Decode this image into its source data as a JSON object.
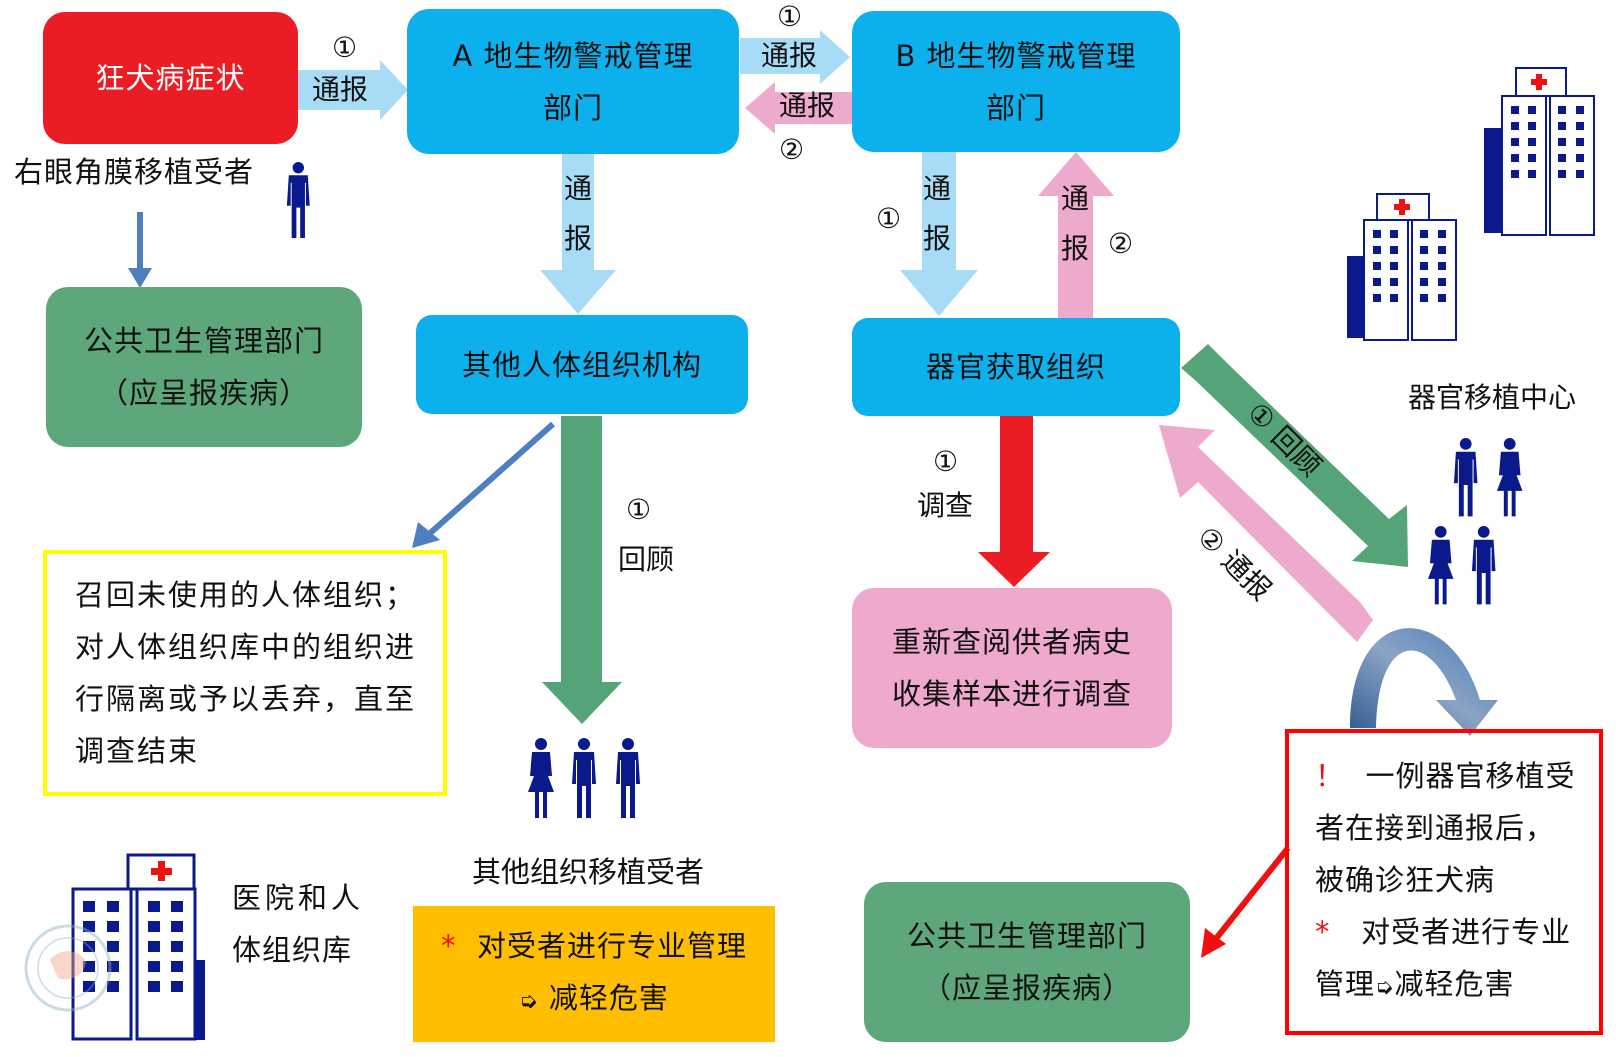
{
  "nodes": {
    "rabies_symptom": "狂犬病症状",
    "recipient_label": "右眼角膜移植受者",
    "agency_a": [
      "A 地生物警戒管理",
      "部门"
    ],
    "agency_b": [
      "B 地生物警戒管理",
      "部门"
    ],
    "public_health_left": [
      "公共卫生管理部门",
      "（应呈报疾病）"
    ],
    "other_tissue_org": "其他人体组织机构",
    "organ_procurement": "器官获取组织",
    "recall_box": [
      "召回未使用的人体组织；",
      "对人体组织库中的组织进",
      "行隔离或予以丢弃，直至",
      "调查结束"
    ],
    "review_box": [
      "重新查阅供者病史",
      "收集样本进行调查"
    ],
    "hospital_label": [
      "医院和人",
      "体组织库"
    ],
    "other_recipients_label": "其他组织移植受者",
    "orange_box": {
      "star": "*",
      "line1": "对受者进行专业管理",
      "arrow": "➭",
      "line2": "减轻危害"
    },
    "transplant_center_label": "器官移植中心",
    "public_health_right": [
      "公共卫生管理部门",
      "（应呈报疾病）"
    ],
    "alert_box": {
      "mark": "！",
      "line1": "一例器官移植受",
      "line2": "者在接到通报后，",
      "line3": "被确诊狂犬病",
      "star": "*",
      "line4": "对受者进行专业",
      "line5_a": "管理",
      "arrow": "➭",
      "line5_b": "减轻危害"
    }
  },
  "edges": {
    "symptom_to_a": {
      "step": "①",
      "label": "通报"
    },
    "a_to_b": {
      "step": "①",
      "label": "通报"
    },
    "b_to_a": {
      "step": "②",
      "label": "通报"
    },
    "a_to_other": {
      "label_chars": [
        "通",
        "报"
      ]
    },
    "b_to_procurement": {
      "step": "①",
      "label_chars": [
        "通",
        "报"
      ]
    },
    "procurement_to_b": {
      "step": "②",
      "label_chars": [
        "通",
        "报"
      ]
    },
    "other_to_recipients": {
      "step": "①",
      "label": "回顾"
    },
    "procurement_investigate": {
      "step": "①",
      "label": "调查"
    },
    "procurement_to_center": {
      "step": "①",
      "label": "回顾"
    },
    "center_to_procurement": {
      "step": "②",
      "label": "通报"
    }
  },
  "icons": {
    "person": "person-icon",
    "hospital": "hospital-icon",
    "watermark": "chinese-medical-association-logo"
  },
  "colors": {
    "blue_box": "#0cb0ec",
    "red_box": "#ec1c24",
    "green_box": "#5ea77b",
    "pink_box": "#eea9cc",
    "orange_box": "#ffbe00",
    "light_blue_arrow": "#a8dcf6",
    "pink_arrow": "#eeaacc",
    "green_arrow": "#55a477",
    "red_arrow": "#ec1c24",
    "steel_arrow": "#4f7fbf",
    "navy_icon": "#0a1a8c"
  }
}
